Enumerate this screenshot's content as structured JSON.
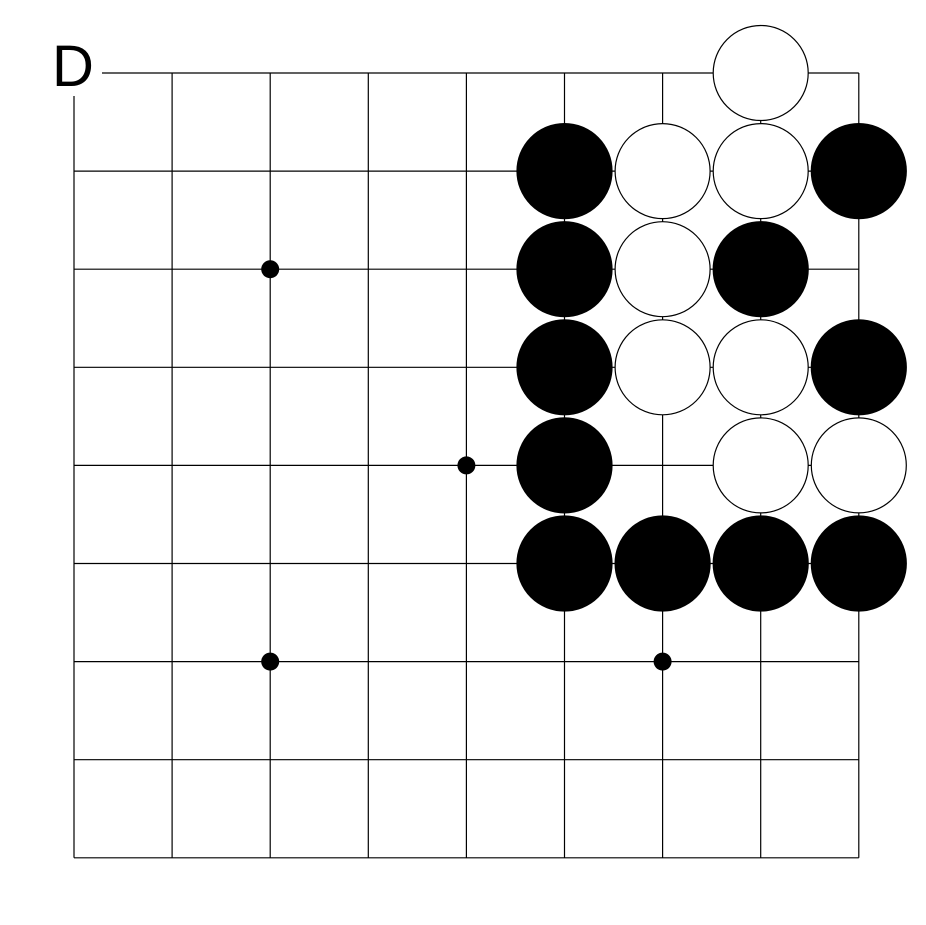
{
  "diagram": {
    "label": "D"
  },
  "board": {
    "columns": 9,
    "rows": 9,
    "line_color": "#000000",
    "background": "#ffffff",
    "star_points": [
      [
        2,
        2
      ],
      [
        4,
        4
      ],
      [
        2,
        6
      ],
      [
        6,
        6
      ]
    ],
    "stones": [
      {
        "color": "white",
        "col": 7,
        "row": 0
      },
      {
        "color": "black",
        "col": 5,
        "row": 1
      },
      {
        "color": "white",
        "col": 6,
        "row": 1
      },
      {
        "color": "white",
        "col": 7,
        "row": 1
      },
      {
        "color": "black",
        "col": 8,
        "row": 1
      },
      {
        "color": "black",
        "col": 5,
        "row": 2
      },
      {
        "color": "white",
        "col": 6,
        "row": 2
      },
      {
        "color": "black",
        "col": 7,
        "row": 2
      },
      {
        "color": "black",
        "col": 5,
        "row": 3
      },
      {
        "color": "white",
        "col": 6,
        "row": 3
      },
      {
        "color": "white",
        "col": 7,
        "row": 3
      },
      {
        "color": "black",
        "col": 8,
        "row": 3
      },
      {
        "color": "black",
        "col": 5,
        "row": 4
      },
      {
        "color": "white",
        "col": 7,
        "row": 4
      },
      {
        "color": "white",
        "col": 8,
        "row": 4
      },
      {
        "color": "black",
        "col": 5,
        "row": 5
      },
      {
        "color": "black",
        "col": 6,
        "row": 5
      },
      {
        "color": "black",
        "col": 7,
        "row": 5
      },
      {
        "color": "black",
        "col": 8,
        "row": 5
      }
    ]
  }
}
